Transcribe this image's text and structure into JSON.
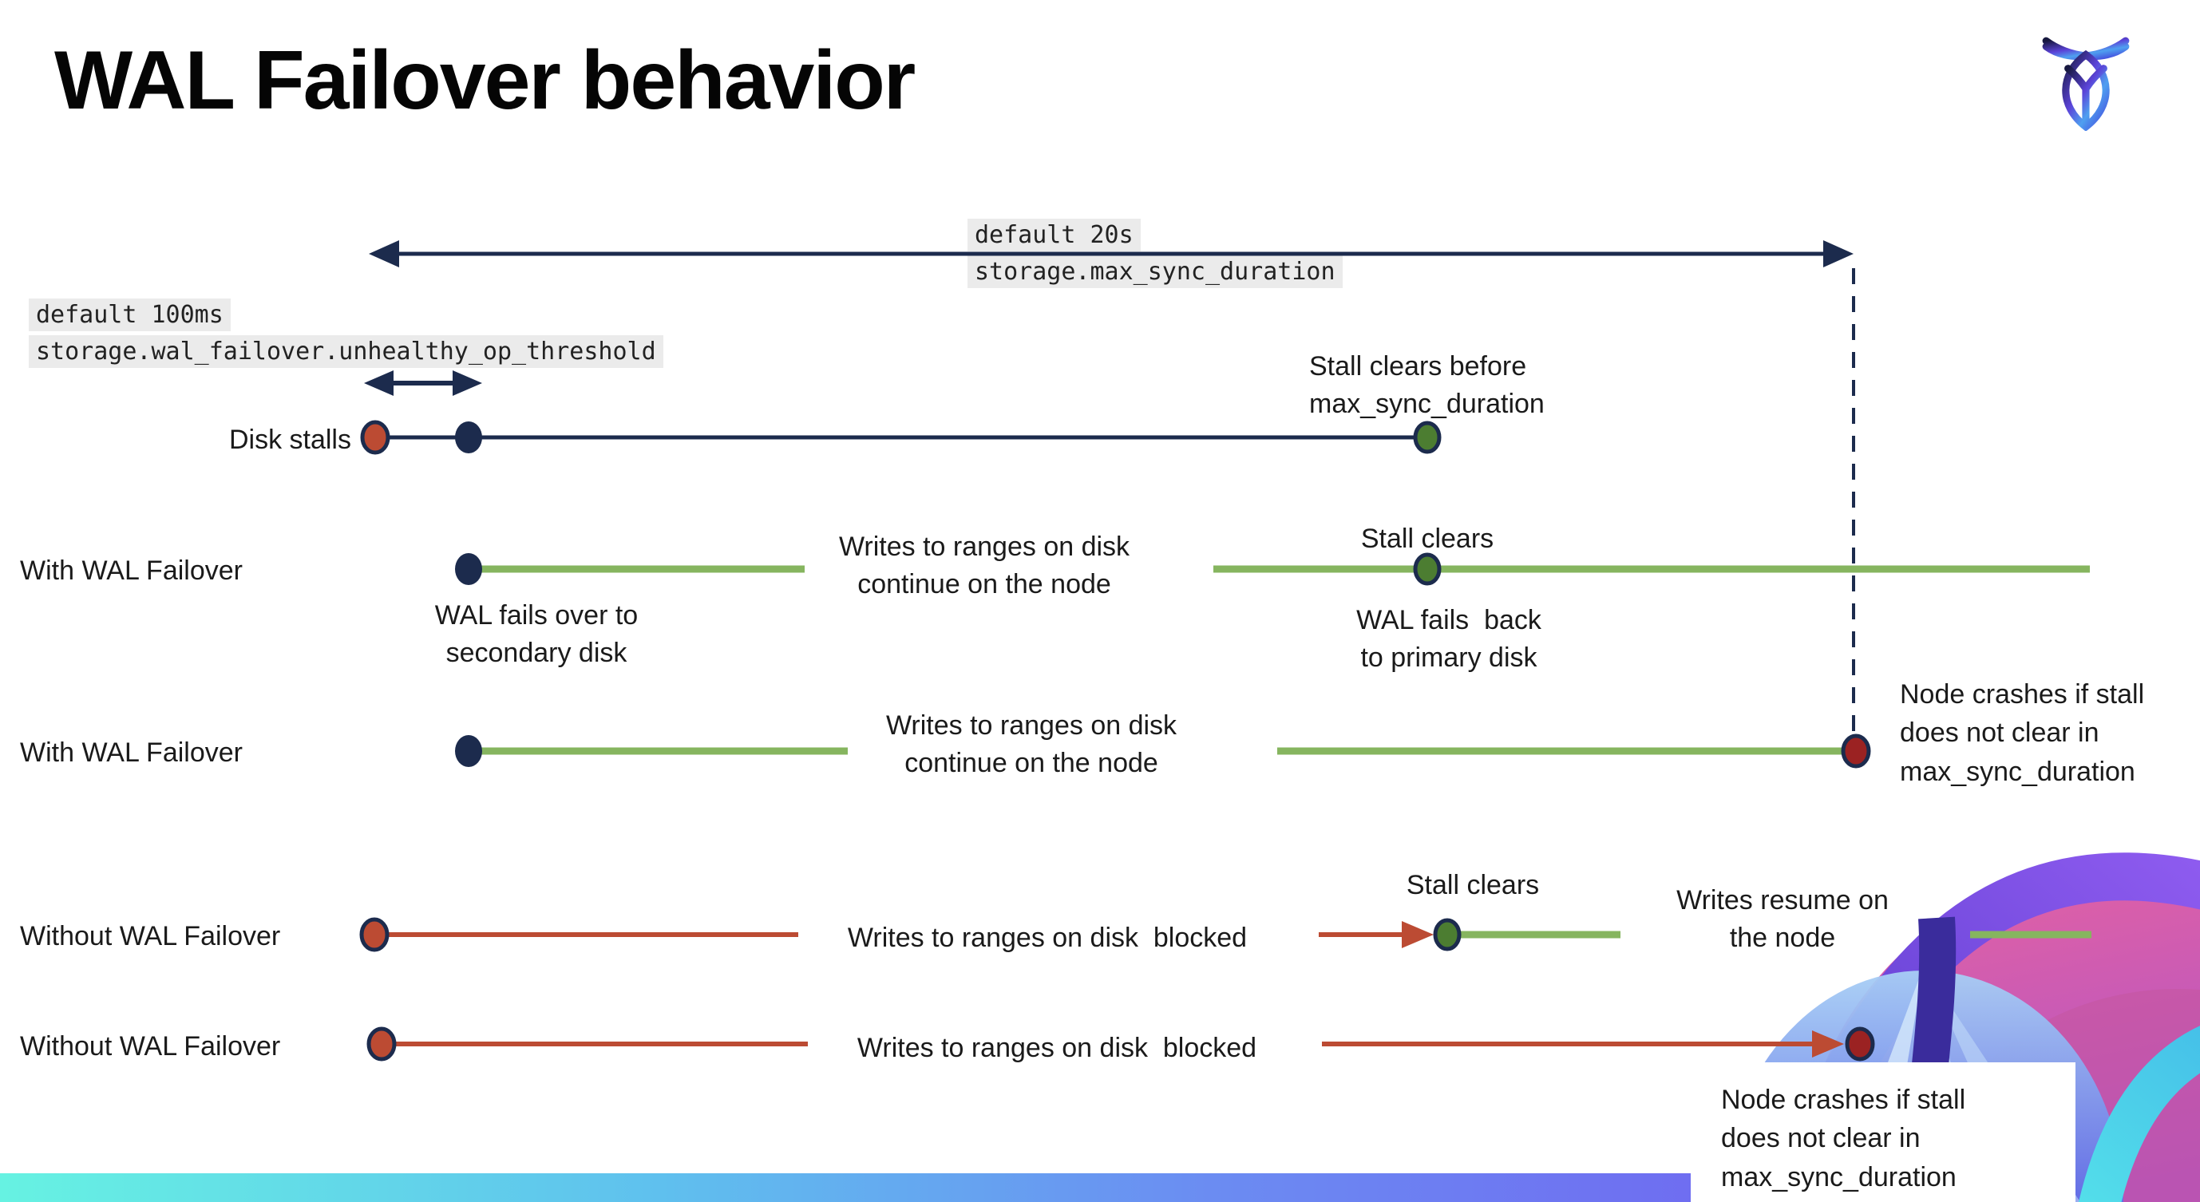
{
  "slide": {
    "title": "WAL Failover behavior",
    "brand": "cockroachdb"
  },
  "settings": {
    "max_sync_duration": {
      "default_label": "default 20s",
      "setting_name": "storage.max_sync_duration"
    },
    "unhealthy_op_threshold": {
      "default_label": "default 100ms",
      "setting_name": "storage.wal_failover.unhealthy_op_threshold"
    }
  },
  "timelines": {
    "disk_stalls": {
      "label": "Disk stalls",
      "stall_clears_note": "Stall clears before\nmax_sync_duration"
    },
    "with_failover_clears": {
      "label": "With WAL Failover",
      "failover_note": "WAL fails over to\nsecondary disk",
      "writes_note": "Writes to ranges on disk\ncontinue on the node",
      "stall_clears_note": "Stall clears",
      "failback_note": "WAL fails  back\nto primary disk"
    },
    "with_failover_crash": {
      "label": "With WAL Failover",
      "writes_note": "Writes to ranges on disk\ncontinue on the node",
      "crash_note": "Node crashes if stall\ndoes not clear in\nmax_sync_duration"
    },
    "without_failover_clears": {
      "label": "Without WAL Failover",
      "blocked_note": "Writes to ranges on disk  blocked",
      "stall_clears_note": "Stall clears",
      "resume_note": "Writes resume on\nthe node"
    },
    "without_failover_crash": {
      "label": "Without WAL Failover",
      "blocked_note": "Writes to ranges on disk  blocked",
      "crash_note": "Node crashes if stall\ndoes not clear in\nmax_sync_duration"
    }
  },
  "colors": {
    "navy": "#1C2B4D",
    "green_line": "#86B55F",
    "green_dot": "#4C7D31",
    "rust_red": "#BC4B33",
    "dark_red": "#9B2222",
    "code_background": "#EBEBEB",
    "footer_gradient_left": "#66F2E2",
    "footer_gradient_right": "#8A5CF6"
  }
}
